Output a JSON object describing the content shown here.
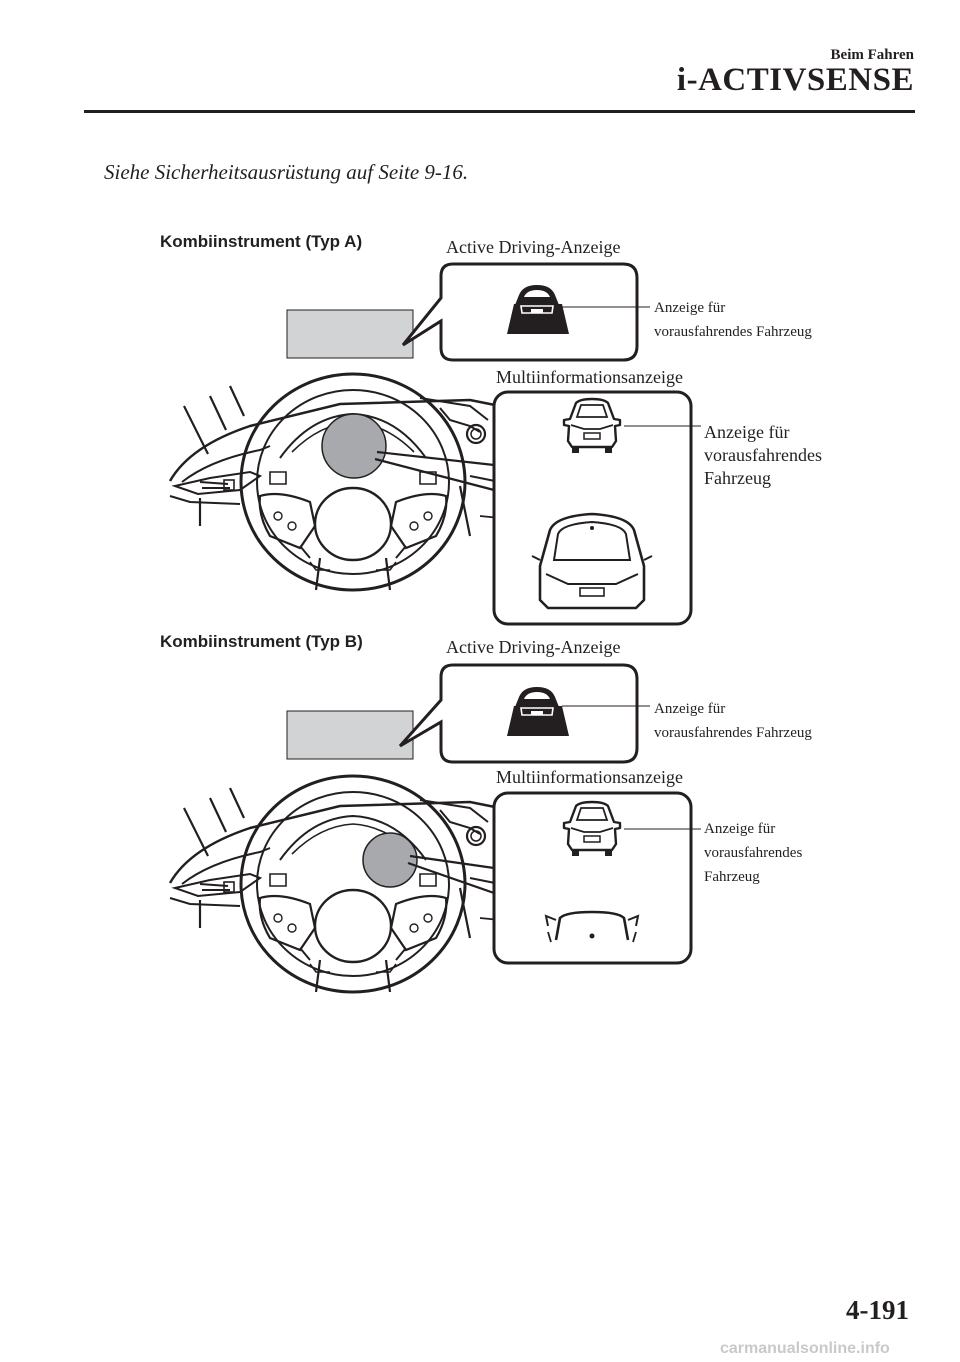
{
  "header": {
    "section": "Beim Fahren",
    "chapter": "i-ACTIVSENSE"
  },
  "reference": "Siehe Sicherheitsausrüstung auf Seite 9-16.",
  "figure_a": {
    "caption": "Kombiinstrument (Typ A)",
    "active_driving_label": "Active Driving-Anzeige",
    "active_callout_line1": "Anzeige für",
    "active_callout_line2": "vorausfahrendes Fahrzeug",
    "multi_label": "Multiinformationsanzeige",
    "multi_callout_line1": "Anzeige für",
    "multi_callout_line2": "vorausfahrendes",
    "multi_callout_line3": "Fahrzeug"
  },
  "figure_b": {
    "caption": "Kombiinstrument (Typ B)",
    "active_driving_label": "Active Driving-Anzeige",
    "active_callout_line1": "Anzeige für",
    "active_callout_line2": "vorausfahrendes Fahrzeug",
    "multi_label": "Multiinformationsanzeige",
    "multi_callout_line1": "Anzeige für",
    "multi_callout_line2": "vorausfahrendes",
    "multi_callout_line3": "Fahrzeug"
  },
  "page_number": "4-191",
  "watermark": "carmanualsonline.info",
  "colors": {
    "text": "#231f20",
    "display_gray": "#d2d3d5",
    "highlight_gray": "#a7a9ac"
  }
}
